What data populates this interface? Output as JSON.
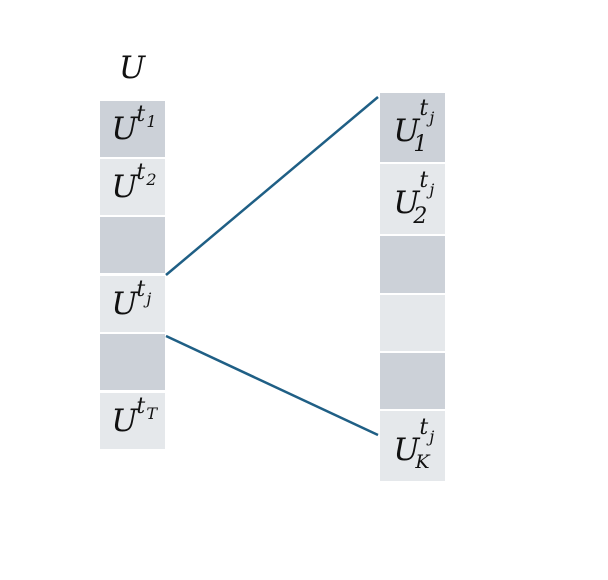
{
  "left_column": {
    "header": "U",
    "cells": [
      {
        "base": "U",
        "sup": "t",
        "supsub": "1",
        "shade": "dark"
      },
      {
        "base": "U",
        "sup": "t",
        "supsub": "2",
        "shade": "light"
      },
      {
        "base": "",
        "sup": "",
        "supsub": "",
        "shade": "dark"
      },
      {
        "base": "U",
        "sup": "t",
        "supsub": "j",
        "shade": "light"
      },
      {
        "base": "",
        "sup": "",
        "supsub": "",
        "shade": "dark"
      },
      {
        "base": "U",
        "sup": "t",
        "supsub": "T",
        "shade": "light"
      }
    ]
  },
  "right_column": {
    "cells": [
      {
        "base": "U",
        "sub": "1",
        "sup": "t",
        "supsub": "j",
        "shade": "dark"
      },
      {
        "base": "U",
        "sub": "2",
        "sup": "t",
        "supsub": "j",
        "shade": "light"
      },
      {
        "base": "",
        "sub": "",
        "sup": "",
        "supsub": "",
        "shade": "dark"
      },
      {
        "base": "",
        "sub": "",
        "sup": "",
        "supsub": "",
        "shade": "light"
      },
      {
        "base": "",
        "sub": "",
        "sup": "",
        "supsub": "",
        "shade": "dark"
      },
      {
        "base": "U",
        "sub": "K",
        "sup": "t",
        "supsub": "j",
        "shade": "light"
      }
    ]
  },
  "colors": {
    "connector": "#1f5f85",
    "dark_cell": "#ccd1d8",
    "light_cell": "#e5e8eb"
  }
}
